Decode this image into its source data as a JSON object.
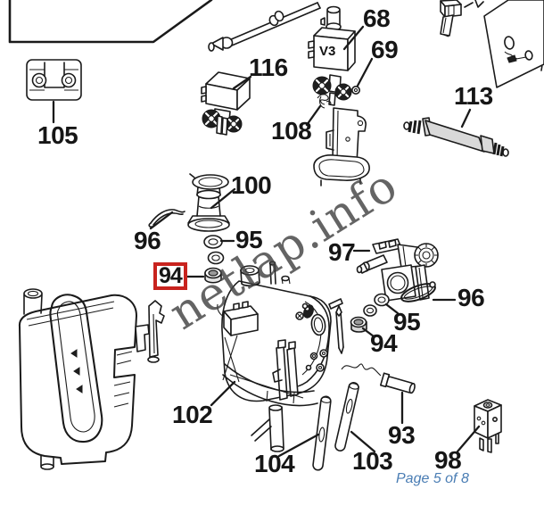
{
  "watermark": {
    "text": "netlap.info"
  },
  "pagination": {
    "text": "Page 5 of 8"
  },
  "highlight": {
    "selected_part": "94",
    "color": "#c8231e"
  },
  "part_labels": {
    "p105": "105",
    "p116": "116",
    "p68": "68",
    "p69": "69",
    "p108": "108",
    "p113": "113",
    "p100": "100",
    "p96_left": "96",
    "p95_left": "95",
    "p94_highlighted": "94",
    "p97": "97",
    "p96_right": "96",
    "p95_right": "95",
    "p94_right": "94",
    "p102": "102",
    "p104": "104",
    "p103": "103",
    "p93": "93",
    "p98": "98"
  },
  "part_markings": {
    "valve_v3": "V3"
  },
  "colors": {
    "line": "#1a1a1a",
    "highlight_red": "#c8231e",
    "page_indicator_blue": "#4a7db4",
    "watermark_gray": "#424242",
    "tube_gray": "#d9d9d9"
  }
}
